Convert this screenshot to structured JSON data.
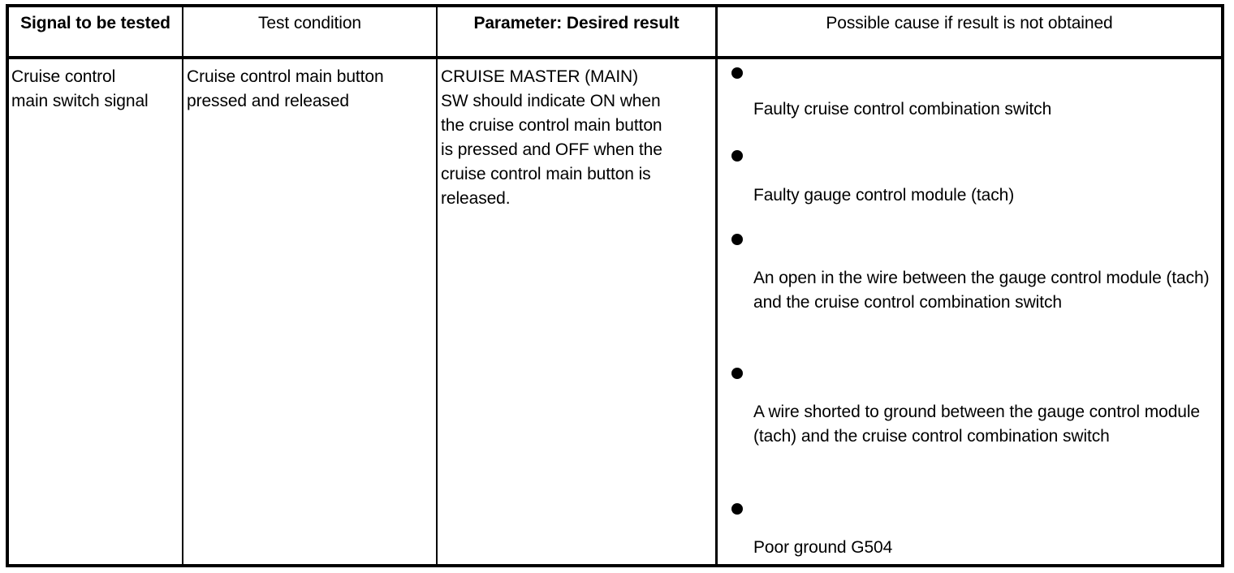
{
  "table": {
    "headers": [
      {
        "label": "Signal to be tested",
        "bold": true
      },
      {
        "label": "Test condition",
        "bold": false
      },
      {
        "label": "Parameter: Desired result",
        "bold": true
      },
      {
        "label": "Possible cause if result is not obtained",
        "bold": false
      }
    ],
    "rows": [
      {
        "signal": "Cruise control\nmain switch signal",
        "test_condition": "Cruise control main button\npressed and released",
        "parameter": "CRUISE MASTER (MAIN)\nSW should indicate ON when\nthe cruise control main button\nis pressed and OFF when the\ncruise control main button is\nreleased.",
        "possible_causes": [
          "Faulty cruise control combination switch",
          "Faulty gauge control module (tach)",
          "An open in the wire between the gauge control module (tach) and the cruise control combination switch",
          "A wire shorted to ground between the gauge control module (tach) and the cruise control combination switch",
          "Poor ground G504"
        ]
      }
    ]
  },
  "layout": {
    "bullet_tops": [
      10,
      112,
      215,
      380,
      547
    ],
    "text_tops": [
      47,
      153,
      255,
      420,
      587
    ]
  },
  "colors": {
    "border": "#000000",
    "text": "#000000",
    "background": "#ffffff"
  }
}
